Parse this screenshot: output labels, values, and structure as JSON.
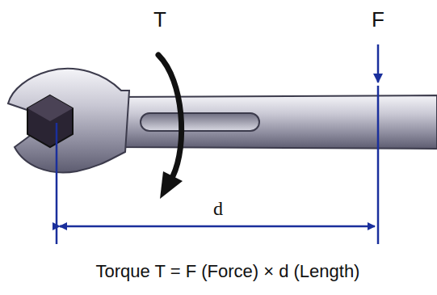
{
  "diagram": {
    "caption": "Torque T = F (Force) × d (Length)",
    "labels": [
      "T",
      "F",
      "d"
    ]
  }
}
